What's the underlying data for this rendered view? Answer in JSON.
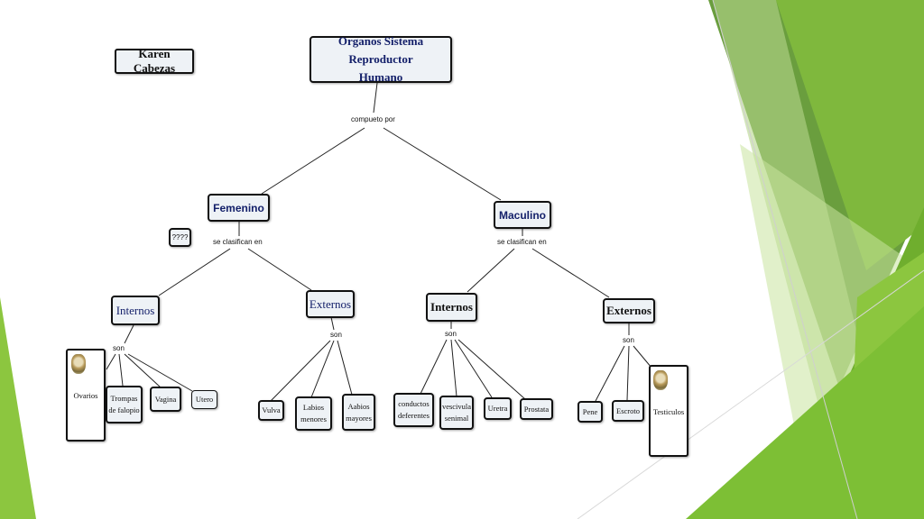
{
  "author": "Karen Cabezas",
  "root": {
    "line1": "Organos Sistema Reproductor",
    "line2": "Humano"
  },
  "root_link": "compueto por",
  "femenino": {
    "title": "Femenino",
    "link": "se clasifican en",
    "unknown": "????",
    "internos": {
      "title": "Internos",
      "link": "son",
      "items": [
        "Ovarios",
        "Trompas de falopio",
        "Vagina",
        "Utero"
      ]
    },
    "externos": {
      "title": "Externos",
      "link": "son",
      "items": [
        "Vulva",
        "Labios menores",
        "Aabios mayores"
      ]
    }
  },
  "masculino": {
    "title": "Maculino",
    "link": "se clasifican en",
    "internos": {
      "title": "Internos",
      "link": "son",
      "items": [
        "conductos deferentes",
        "vescivula senimal",
        "Uretra",
        "Prostata"
      ]
    },
    "externos": {
      "title": "Externos",
      "link": "son",
      "items": [
        "Pene",
        "Escroto",
        "Testiculos"
      ]
    }
  },
  "colors": {
    "node_bg": "#eef2f6",
    "title_text": "#14206a",
    "green_dark": "#5e9a3a",
    "green_light": "#8dc63f"
  }
}
